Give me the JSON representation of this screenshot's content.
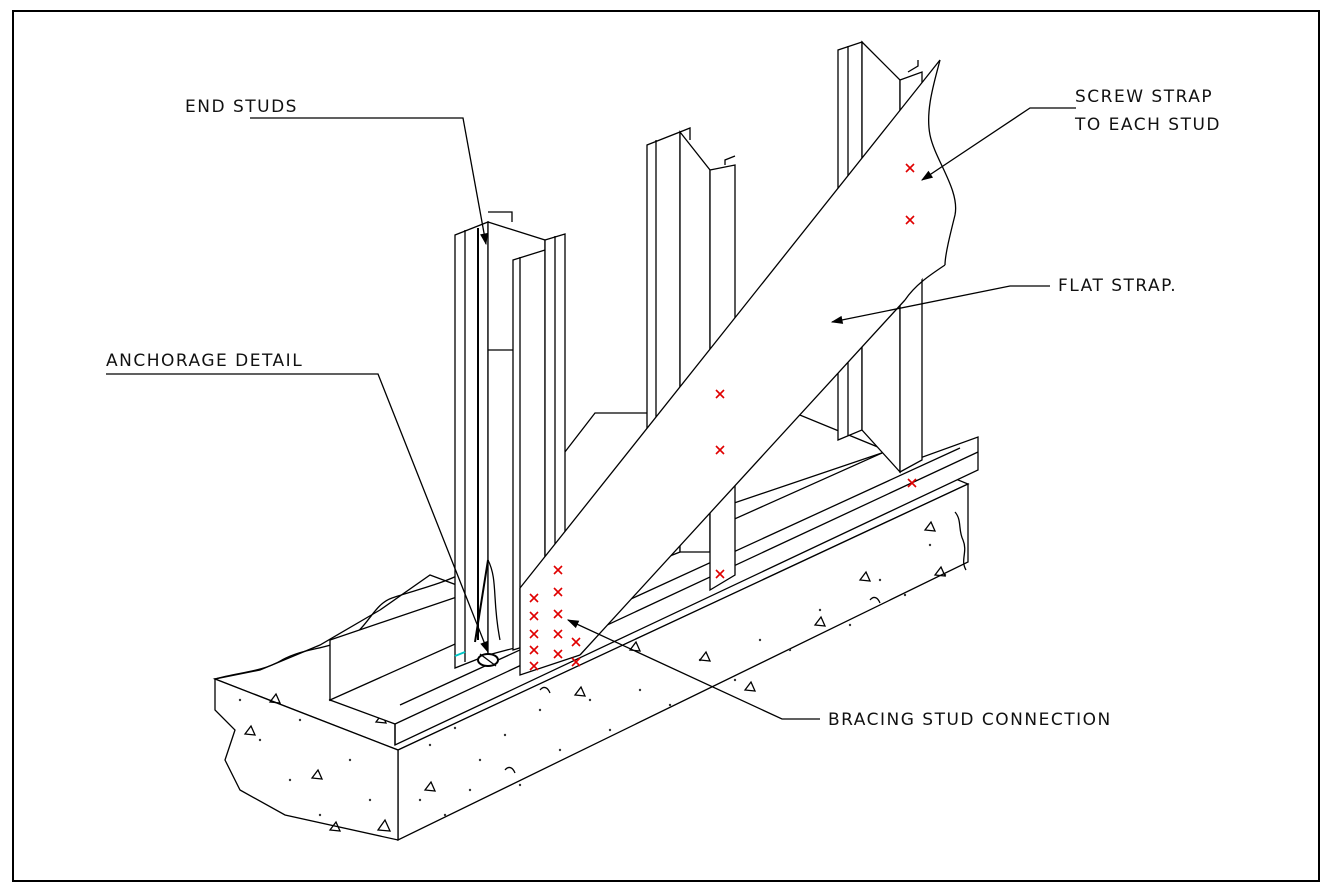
{
  "diagram": {
    "labels": {
      "end_studs": "END STUDS",
      "screw_strap_1": "SCREW STRAP",
      "screw_strap_2": "TO EACH STUD",
      "flat_strap": "FLAT STRAP.",
      "anchorage_detail": "ANCHORAGE DETAIL",
      "bracing_stud_connection": "BRACING STUD CONNECTION"
    },
    "colors": {
      "line": "#000000",
      "screw": "#e00000",
      "background": "#ffffff"
    }
  }
}
